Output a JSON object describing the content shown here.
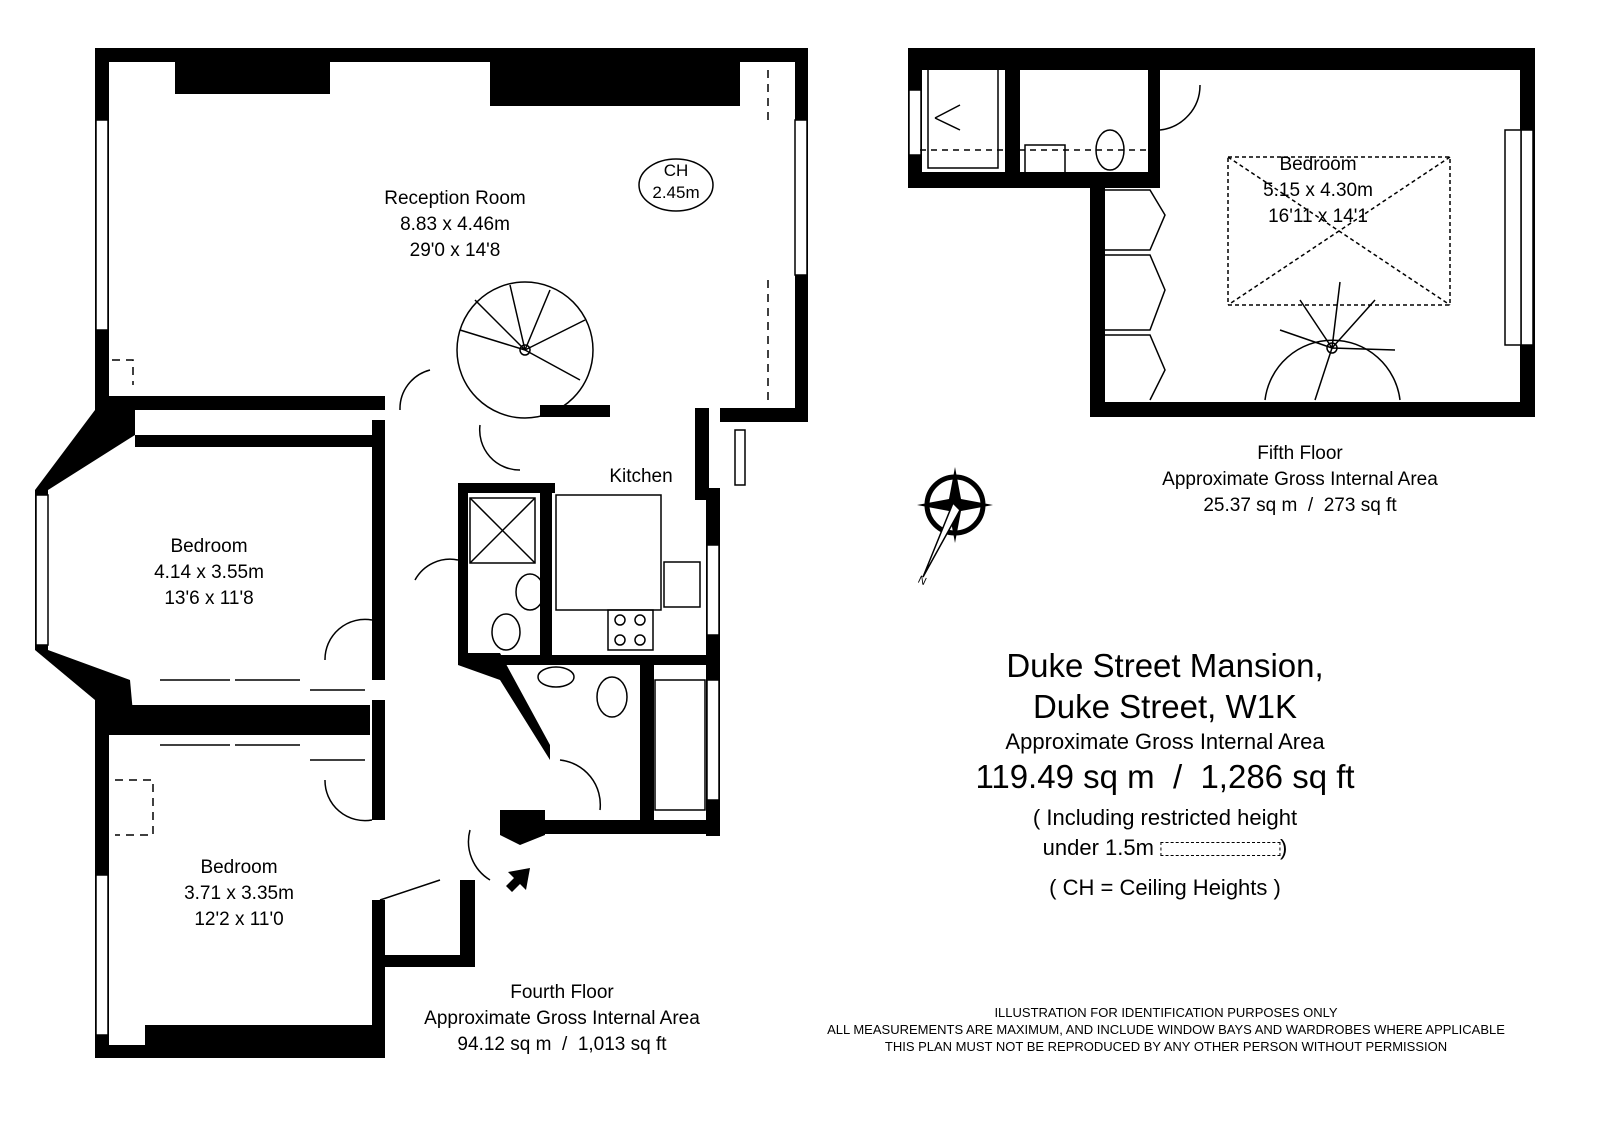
{
  "property": {
    "name_line1": "Duke Street Mansion,",
    "name_line2": "Duke Street, W1K",
    "area_label": "Approximate Gross Internal Area",
    "total_area": "119.49 sq m  /  1,286 sq ft",
    "note_line1": "( Including restricted height",
    "note_line2": "under 1.5m",
    "note_line2_end": ")",
    "ch_note": "( CH = Ceiling Heights )"
  },
  "fourth_floor": {
    "title": "Fourth Floor",
    "area_label": "Approximate Gross Internal Area",
    "area": "94.12 sq m  /  1,013 sq ft",
    "rooms": [
      {
        "name": "Reception Room",
        "metric": "8.83 x 4.46m",
        "imperial": "29'0 x 14'8"
      },
      {
        "name": "Bedroom",
        "metric": "4.14 x 3.55m",
        "imperial": "13'6 x 11'8"
      },
      {
        "name": "Bedroom",
        "metric": "3.71 x 3.35m",
        "imperial": "12'2 x 11'0"
      },
      {
        "name": "Kitchen"
      }
    ],
    "ceiling_height": {
      "label": "CH",
      "value": "2.45m"
    }
  },
  "fifth_floor": {
    "title": "Fifth Floor",
    "area_label": "Approximate Gross Internal Area",
    "area": "25.37 sq m  /  273 sq ft",
    "rooms": [
      {
        "name": "Bedroom",
        "metric": "5.15 x 4.30m",
        "imperial": "16'11 x 14'1"
      }
    ]
  },
  "compass": {
    "label": "N"
  },
  "disclaimer": [
    "ILLUSTRATION FOR IDENTIFICATION PURPOSES ONLY",
    "ALL MEASUREMENTS ARE MAXIMUM, AND INCLUDE WINDOW BAYS AND WARDROBES WHERE APPLICABLE",
    "THIS PLAN MUST NOT BE REPRODUCED BY ANY OTHER PERSON WITHOUT PERMISSION"
  ]
}
